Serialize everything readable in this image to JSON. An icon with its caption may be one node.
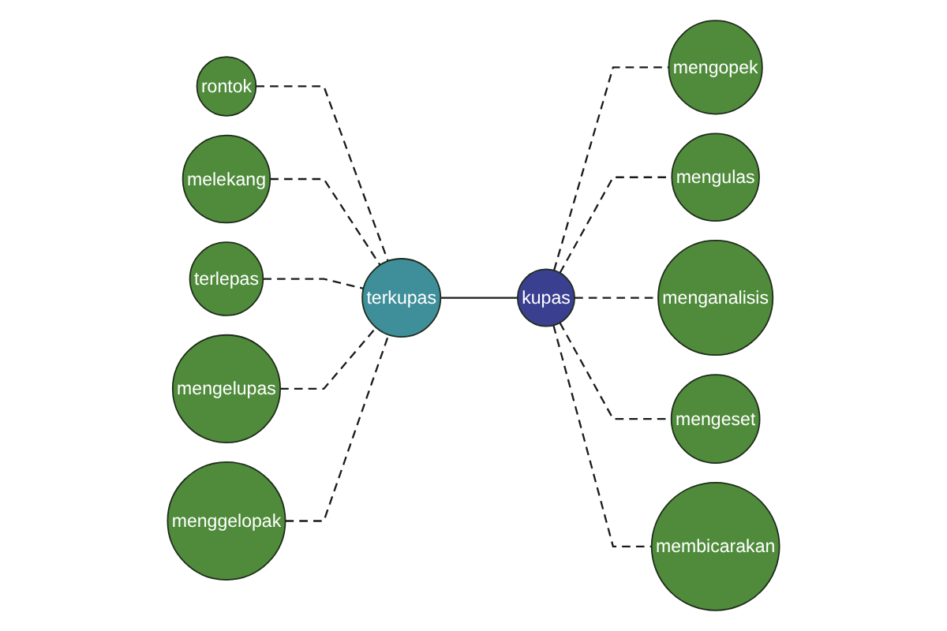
{
  "diagram": {
    "nodes": [
      {
        "text": [
          "rontok"
        ]
      },
      {
        "text": [
          "melekang"
        ]
      },
      {
        "text": [
          "mengopek"
        ]
      },
      {
        "text": [
          "terlepas"
        ]
      },
      {
        "text": [
          "terkupas"
        ]
      },
      {
        "text": [
          "mengelupas"
        ]
      },
      {
        "text": [
          "mengulas"
        ]
      },
      {
        "text": [
          "kupas"
        ]
      },
      {
        "text": [
          "menganalisis"
        ]
      },
      {
        "text": [
          "menggelopak"
        ]
      },
      {
        "text": [
          "mengeset"
        ]
      },
      {
        "text": [
          "membicarakan"
        ]
      }
    ],
    "edges": [
      {
        "from": 0,
        "to": 4,
        "arrow": "none",
        "style": "dashed"
      },
      {
        "from": 1,
        "to": 4,
        "arrow": "none",
        "style": "dashed"
      },
      {
        "from": 3,
        "to": 4,
        "arrow": "none",
        "style": "dashed"
      },
      {
        "from": 5,
        "to": 4,
        "arrow": "none",
        "style": "dashed"
      },
      {
        "from": 9,
        "to": 4,
        "arrow": "none",
        "style": "dashed"
      },
      {
        "from": 4,
        "to": 7,
        "arrow": "none"
      },
      {
        "from": 7,
        "to": 2,
        "arrow": "none",
        "style": "dashed"
      },
      {
        "from": 7,
        "to": 6,
        "arrow": "none",
        "style": "dashed"
      },
      {
        "from": 7,
        "to": 8,
        "arrow": "none",
        "style": "dashed"
      },
      {
        "from": 7,
        "to": 10,
        "arrow": "none",
        "style": "dashed"
      },
      {
        "from": 7,
        "to": 11,
        "arrow": "none",
        "style": "dashed"
      }
    ]
  }
}
